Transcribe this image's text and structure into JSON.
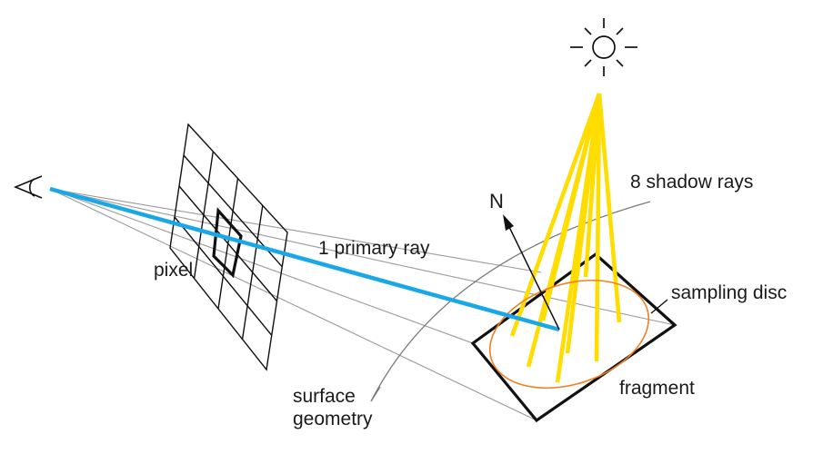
{
  "diagram": {
    "labels": {
      "pixel": "pixel",
      "primary_ray": "1 primary ray",
      "shadow_rays": "8 shadow rays",
      "normal": "N",
      "sampling_disc": "sampling disc",
      "fragment": "fragment",
      "surface_line1": "surface",
      "surface_line2": "geometry"
    },
    "colors": {
      "primary_ray": "#1aa7e8",
      "shadow_rays": "#ffdd00",
      "sampling_disc": "#f08020",
      "lines": "#111111",
      "gray_lines": "#9a9a9a"
    },
    "icons": [
      "eye-icon",
      "sun-icon"
    ],
    "shadow_ray_count": 8,
    "primary_ray_count": 1
  }
}
